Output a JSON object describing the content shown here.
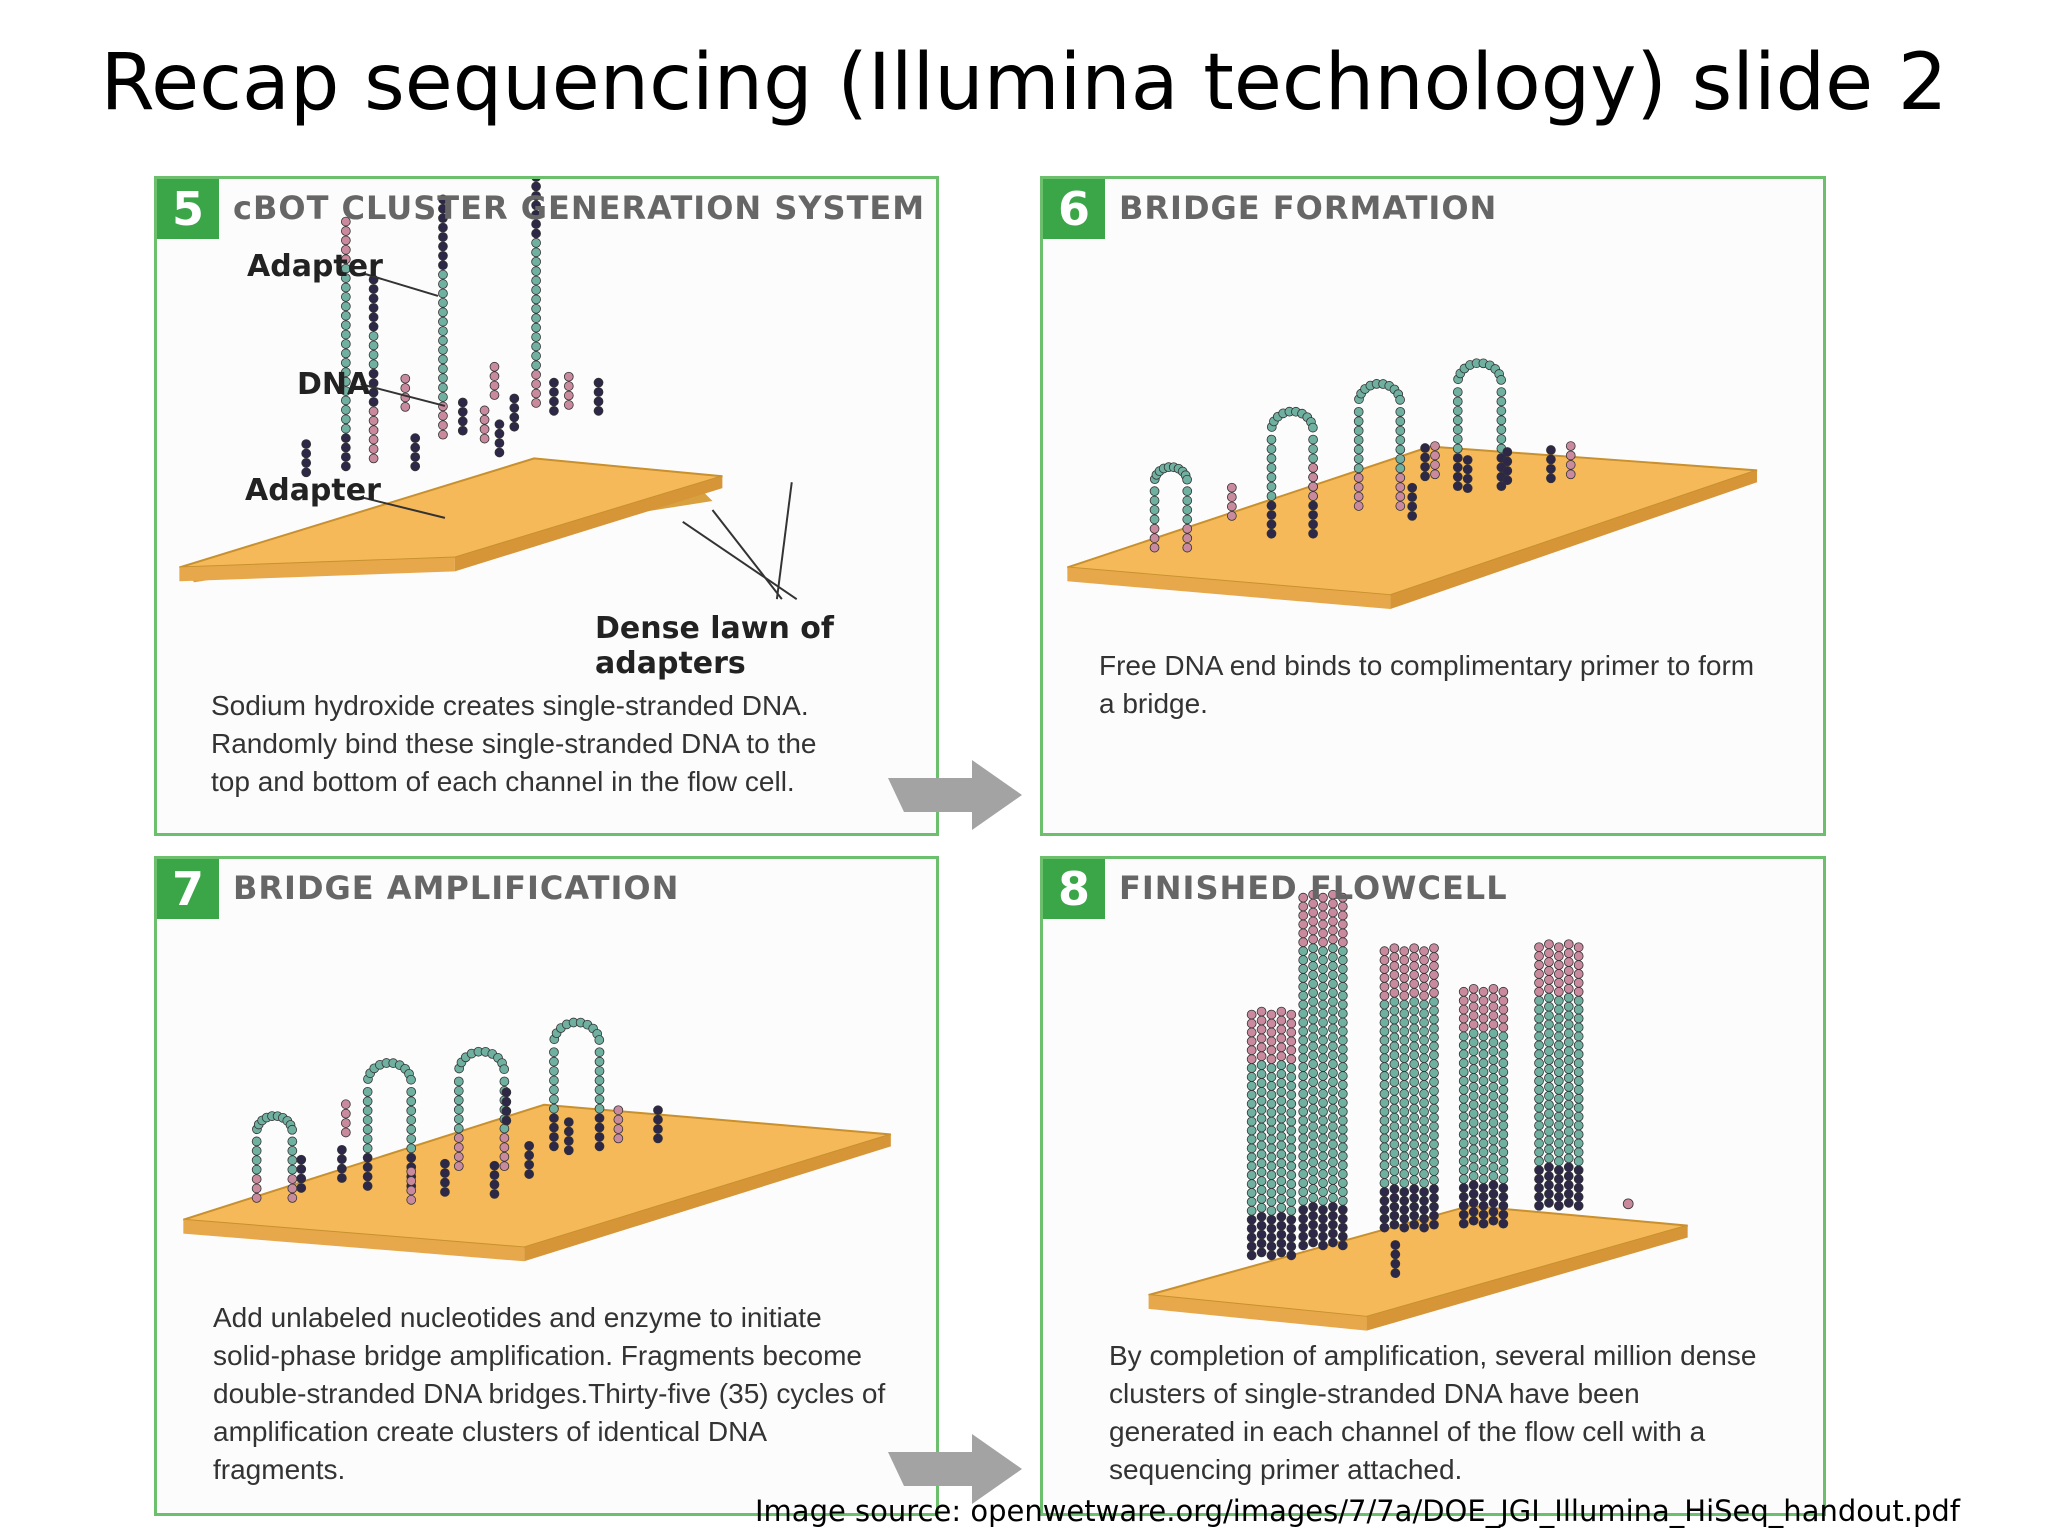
{
  "title": "Recap sequencing (Illumina technology) slide 2",
  "panels": [
    {
      "number": "5",
      "title": "cBOT CLUSTER GENERATION SYSTEM",
      "description": "Sodium hydroxide creates single-stranded DNA. Randomly bind these single-stranded DNA to the top and bottom of each channel in the flow cell.",
      "labels": {
        "adapter_top": "Adapter",
        "dna": "DNA",
        "adapter_bottom": "Adapter",
        "lawn": "Dense lawn of adapters"
      }
    },
    {
      "number": "6",
      "title": "BRIDGE FORMATION",
      "description": "Free DNA end binds to complimentary primer to form a bridge."
    },
    {
      "number": "7",
      "title": "BRIDGE AMPLIFICATION",
      "description": "Add unlabeled nucleotides and enzyme to initiate solid-phase bridge amplification. Fragments become double-stranded DNA bridges.Thirty-five (35) cycles of amplification create clusters of identical DNA fragments."
    },
    {
      "number": "8",
      "title": "FINISHED FLOWCELL",
      "description": "By completion of amplification, several million dense clusters of single-stranded DNA have been generated in each channel of the flow cell with a sequencing primer attached."
    }
  ],
  "source": "Image source: openwetware.org/images/7/7a/DOE_JGI_Illumina_HiSeq_handout.pdf",
  "colors": {
    "panel_border": "#6cbf6c",
    "number_badge": "#3aa648",
    "plate": "#f5b95a",
    "dna_teal": "#6fb0a0",
    "adapter_pink": "#c98a9e",
    "adapter_dark": "#2d2748",
    "arrow": "#a3a3a3"
  }
}
